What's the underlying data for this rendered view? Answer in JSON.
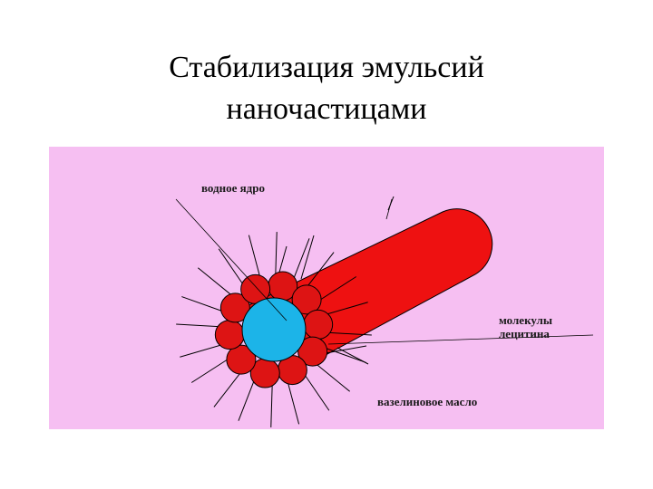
{
  "title": {
    "line1": "Стабилизация эмульсий",
    "line2": "наночастицами"
  },
  "diagram": {
    "background_color": "#f6bff2",
    "tube_color": "#ee1111",
    "sphere_color": "#dd1414",
    "core_color": "#1cb4e8",
    "labels": {
      "water_core": "водное ядро",
      "lecithin_line1": "молекулы",
      "lecithin_line2": "лецитина",
      "vaseline_oil": "вазелиновое масло"
    }
  }
}
